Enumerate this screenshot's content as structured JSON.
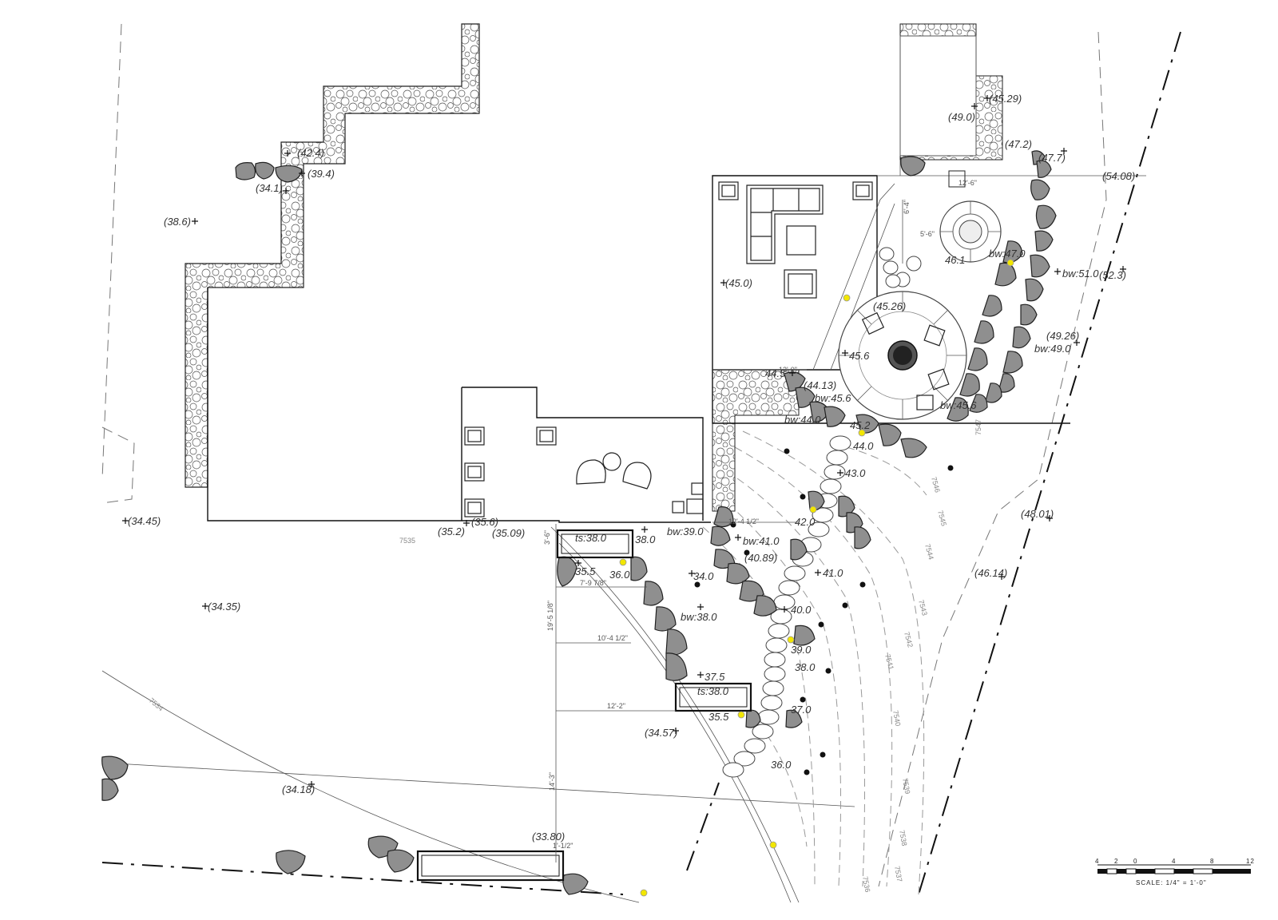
{
  "elevations": [
    {
      "text": "(42.4)"
    },
    {
      "text": "(39.4)"
    },
    {
      "text": "(34.1)"
    },
    {
      "text": "(38.6)"
    },
    {
      "text": "(34.45)"
    },
    {
      "text": "(35.2)"
    },
    {
      "text": "(35.6)"
    },
    {
      "text": "(35.09)"
    },
    {
      "text": "(34.35)"
    },
    {
      "text": "(34.18)"
    },
    {
      "text": "(33.80)"
    },
    {
      "text": "(34.57)"
    },
    {
      "text": "(45.0)"
    },
    {
      "text": "(49.0)"
    },
    {
      "text": "(45.29)"
    },
    {
      "text": "(47.2)"
    },
    {
      "text": "(47.7)"
    },
    {
      "text": "(54.08)"
    },
    {
      "text": "46.1"
    },
    {
      "text": "bw:47.0"
    },
    {
      "text": "bw:51.0"
    },
    {
      "text": "(52.3)"
    },
    {
      "text": "(45.26)"
    },
    {
      "text": "45.6"
    },
    {
      "text": "(49.26)"
    },
    {
      "text": "bw:49.0"
    },
    {
      "text": "44.5"
    },
    {
      "text": "(44.13)"
    },
    {
      "text": "bw:45.6"
    },
    {
      "text": "bw:45.6"
    },
    {
      "text": "bw:44.0"
    },
    {
      "text": "45.2"
    },
    {
      "text": "44.0"
    },
    {
      "text": "43.0"
    },
    {
      "text": "42.0"
    },
    {
      "text": "bw:39.0"
    },
    {
      "text": "bw:41.0"
    },
    {
      "text": "(40.89)"
    },
    {
      "text": "41.0"
    },
    {
      "text": "(48.01)"
    },
    {
      "text": "(46.14)"
    },
    {
      "text": "ts:38.0"
    },
    {
      "text": "38.0"
    },
    {
      "text": "35.5"
    },
    {
      "text": "36.0"
    },
    {
      "text": "34.0"
    },
    {
      "text": "bw:38.0"
    },
    {
      "text": "40.0"
    },
    {
      "text": "39.0"
    },
    {
      "text": "38.0"
    },
    {
      "text": "37.5"
    },
    {
      "text": "ts:38.0"
    },
    {
      "text": "35.5"
    },
    {
      "text": "37.0"
    },
    {
      "text": "36.0"
    }
  ],
  "dimensions": [
    {
      "text": "12'-4 1/2\""
    },
    {
      "text": "19'-5 1/8\""
    },
    {
      "text": "10'-4 1/2\""
    },
    {
      "text": "12'-2\""
    },
    {
      "text": "7'-9 7/8\""
    },
    {
      "text": "3'-6\""
    },
    {
      "text": "6'-4\""
    },
    {
      "text": "5'-6\""
    },
    {
      "text": "14'-3\""
    },
    {
      "text": "1'-1/2\""
    },
    {
      "text": "12'-0\""
    },
    {
      "text": "12'-6\""
    }
  ],
  "contours": [
    {
      "text": "7535"
    },
    {
      "text": "7534"
    },
    {
      "text": "7546"
    },
    {
      "text": "7545"
    },
    {
      "text": "7544"
    },
    {
      "text": "7543"
    },
    {
      "text": "7542"
    },
    {
      "text": "7541"
    },
    {
      "text": "7540"
    },
    {
      "text": "7539"
    },
    {
      "text": "7538"
    },
    {
      "text": "7537"
    },
    {
      "text": "7536"
    },
    {
      "text": "7547"
    }
  ],
  "scale": {
    "ticks": [
      "4",
      "2",
      "0",
      "4",
      "8",
      "12"
    ],
    "caption": "SCALE: 1/4\" = 1'-0\""
  },
  "colors": {
    "boulder": "#8f8f8f",
    "light": "#f2e600",
    "line": "#111111"
  }
}
